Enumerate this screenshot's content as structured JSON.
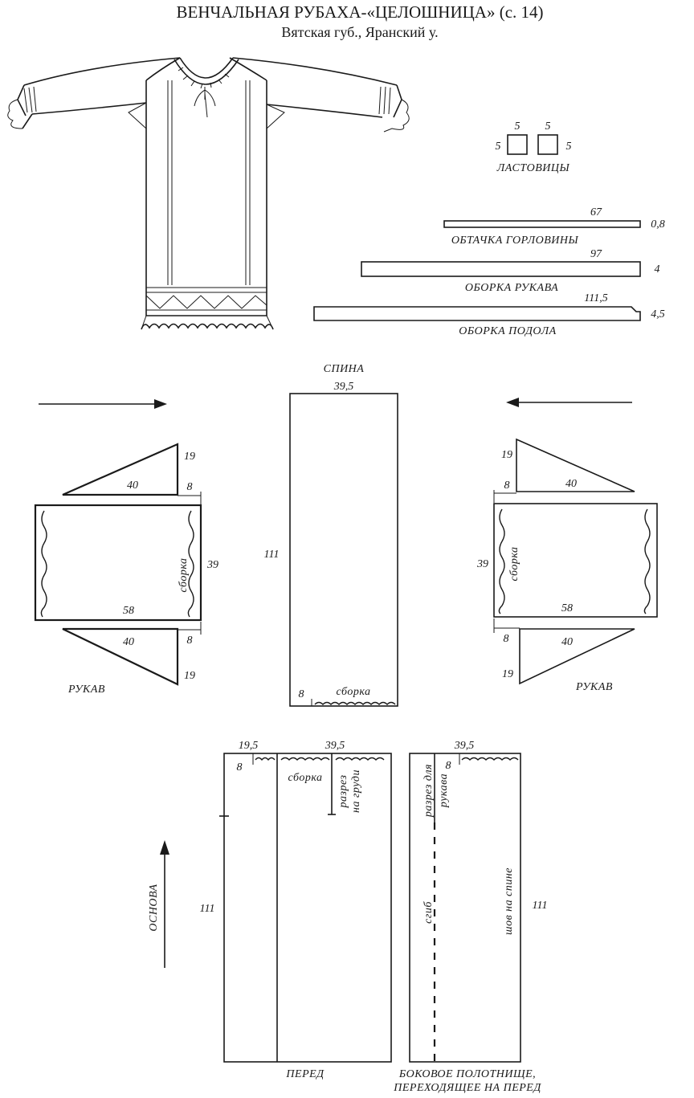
{
  "header": {
    "title": "ВЕНЧАЛЬНАЯ РУБАХА-«ЦЕЛОШНИЦА» (с. 14)",
    "subtitle": "Вятская губ., Яранский у."
  },
  "gussets": {
    "label": "ЛАСТОВИЦЫ",
    "left_top": "5",
    "right_top": "5",
    "left_side": "5",
    "right_side": "5"
  },
  "strips": [
    {
      "label": "ОБТАЧКА ГОРЛОВИНЫ",
      "length": "67",
      "width": "0,8"
    },
    {
      "label": "ОБОРКА РУКАВА",
      "length": "97",
      "width": "4"
    },
    {
      "label": "ОБОРКА ПОДОЛА",
      "length": "111,5",
      "width": "4,5"
    }
  ],
  "back": {
    "label": "СПИНА",
    "width": "39,5",
    "height": "111",
    "cut": "8",
    "gather": "сборка"
  },
  "sleeve_left": {
    "label": "РУКАВ",
    "tri_height_top": "19",
    "tri_base_top": "40",
    "offset_top": "8",
    "height": "39",
    "length": "58",
    "gather": "сборка",
    "tri_base_bottom": "40",
    "offset_bottom": "8",
    "tri_height_bottom": "19"
  },
  "sleeve_right": {
    "label": "РУКАВ",
    "tri_height_top": "19",
    "tri_base_top": "40",
    "offset_top": "8",
    "height": "39",
    "length": "58",
    "gather": "сборка",
    "tri_base_bottom": "40",
    "offset_bottom": "8",
    "tri_height_bottom": "19"
  },
  "front": {
    "label": "ПЕРЕД",
    "width_left": "19,5",
    "width_main": "39,5",
    "height": "111",
    "cut": "8",
    "gather": "сборка",
    "slit_line1": "разрез",
    "slit_line2": "на груди"
  },
  "side": {
    "label_line1": "БОКОВОЕ ПОЛОТНИЩЕ,",
    "label_line2": "ПЕРЕХОДЯЩЕЕ НА ПЕРЕД",
    "width": "39,5",
    "height": "111",
    "cut": "8",
    "slit_line1": "разрез для",
    "slit_line2": "рукава",
    "fold": "сгиб",
    "seam": "шов на спине"
  },
  "grain": {
    "label": "ОСНОВА"
  }
}
